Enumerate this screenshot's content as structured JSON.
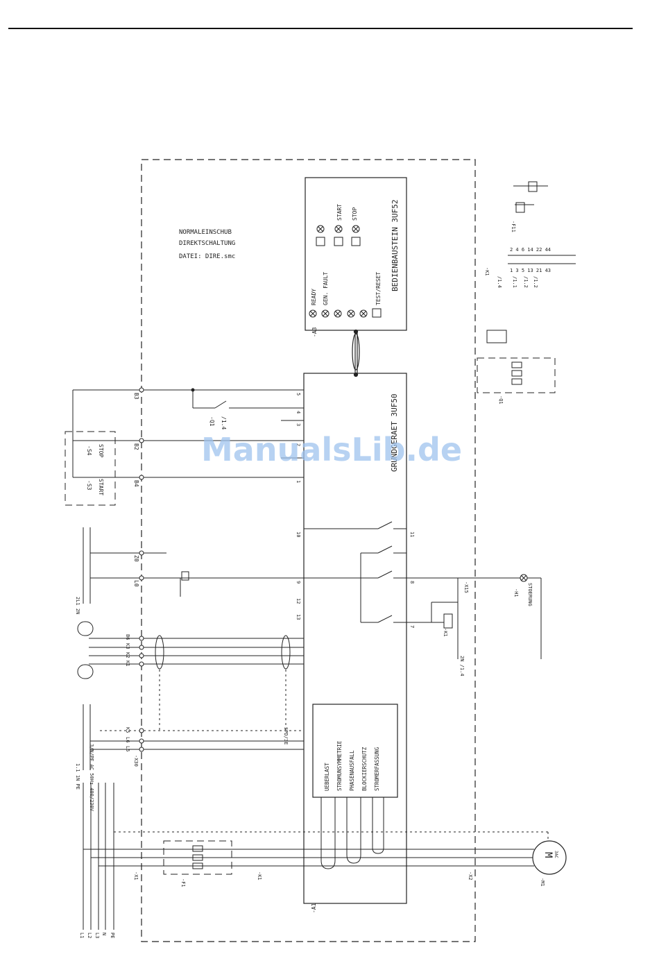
{
  "info_block": {
    "line1": "NORMALEINSCHUB",
    "line2": "DIREKTSCHALTUNG",
    "line3": "DATEI: DIRE.smc"
  },
  "panel": {
    "title": "BEDIENBAUSTEIN 3UF52",
    "ref": "-A3",
    "leds": [
      "READY",
      "GEN. FAULT"
    ],
    "buttons": [
      "START",
      "STOP",
      "TEST/RESET"
    ]
  },
  "base_unit": {
    "title": "GRUNDGERAET 3UF50",
    "ref": "-A1",
    "functions": [
      "UEBERLAST",
      "STROMUNSYMMETRIE",
      "PHASENAUSFALL",
      "BLOCKIERSCHUTZ",
      "STROMERFASSUNG"
    ]
  },
  "control": {
    "stop_label": "STOP",
    "start_label": "START",
    "stop_ref": "-S4",
    "start_ref": "-S3",
    "relay_ref": "-Q1",
    "relay_xref": "/1.4",
    "terminals": [
      "B3",
      "B2",
      "B4"
    ],
    "pins": [
      "5",
      "4",
      "3",
      "2",
      "1"
    ]
  },
  "io": {
    "pins_left": [
      "10",
      "9",
      "12",
      "13"
    ],
    "pins_right": [
      "11",
      "8",
      "7"
    ],
    "x10_terms": [
      "Z0",
      "L0"
    ],
    "supply_ref": "2L1 2N",
    "x15_ref": "-X15",
    "lamp_ref": "-H1",
    "lamp_label": "STOERUNG",
    "coil_ref": "-K1",
    "xref_2n": "2N /1.4"
  },
  "bus": {
    "terms": [
      "B6",
      "K3",
      "K2",
      "K1",
      "K5",
      "L6",
      "L5"
    ],
    "spd_label": "SPD/3E",
    "x30_ref": "-X30",
    "phase_ref": "1.1 1N PE"
  },
  "power": {
    "supply_note": "3/N/PE AC 50Hz 400/230V",
    "lines": [
      "L1",
      "L2",
      "L3",
      "N",
      "PE"
    ],
    "motor_ref": "-M1",
    "motor_label": "M",
    "motor_type": "3AC",
    "fuse_ref": "-F1",
    "contactor_ref": "-K1",
    "x1_ref": "-X1",
    "x2_ref": "-X2"
  },
  "legend": {
    "contactor": "-K1",
    "xrefs": [
      "/1.4",
      "/1.1",
      "/1.2",
      "/1.2"
    ],
    "contacts": [
      "2 4 6 14 22 44",
      "1 3 5 13 21 43"
    ],
    "fuse": "-F11",
    "motor_protect": "-Q1"
  },
  "watermark": "ManualsLib.de"
}
